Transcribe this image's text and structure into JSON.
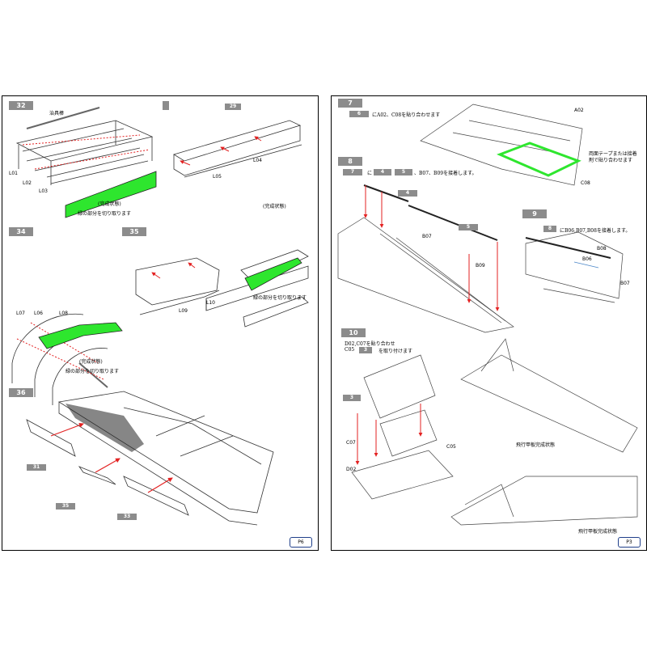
{
  "left_page": {
    "page_number": "P6",
    "step32": {
      "badge": "32",
      "jig_label": "治具棒",
      "parts": [
        "L01",
        "L02",
        "L03"
      ],
      "completed": "(完成状態)",
      "cut_note": "緑の部分を切り取ります"
    },
    "step33": {
      "badge": "",
      "part_tag": "29",
      "parts": [
        "L04",
        "L05"
      ],
      "completed": "(完成状態)"
    },
    "step34": {
      "badge": "34",
      "parts": [
        "L07",
        "L06",
        "L08"
      ],
      "completed": "(完成状態)",
      "cut_note": "緑の部分を切り取ります"
    },
    "step35": {
      "badge": "35",
      "parts": [
        "L09",
        "L10"
      ],
      "cut_note": "緑の部分を切り取ります"
    },
    "step36": {
      "badge": "36",
      "part_tags": [
        "31",
        "35",
        "33"
      ]
    }
  },
  "right_page": {
    "page_number": "P3",
    "step7": {
      "badge": "7",
      "sub_tag": "6",
      "text": "にA02、C08を貼り合わせます",
      "part_a": "A02",
      "part_c": "C08",
      "tape_note_1": "両面テープまたは接着",
      "tape_note_2": "剤で貼り合わせます"
    },
    "step8": {
      "badge": "8",
      "tag_a": "7",
      "joiner": "に",
      "tag_b": "4",
      "tag_c": "5",
      "text": "、B07、B09を接着します。",
      "parts": [
        "B07",
        "B09"
      ],
      "rail_tags": [
        "4",
        "5"
      ]
    },
    "step9": {
      "badge": "9",
      "sub_tag": "8",
      "text": "にB06,B07,B08を接着します。",
      "parts": [
        "B08",
        "B06",
        "B07"
      ]
    },
    "step10": {
      "badge": "10",
      "line1": "D02,C07を貼り合わせ",
      "line2_prefix": "C05",
      "line2_tag": "3",
      "line2_suffix": "を取り付けます",
      "part_tag": "3",
      "parts": [
        "C07",
        "D02",
        "C05"
      ],
      "deck_done": "飛行甲板完成状態"
    }
  },
  "colors": {
    "accent_green": "#2ee62e",
    "arrow_red": "#e32222",
    "badge_gray": "#8c8c8c",
    "callout_blue": "#4a86c8",
    "page_number_border": "#1f3f8a"
  }
}
